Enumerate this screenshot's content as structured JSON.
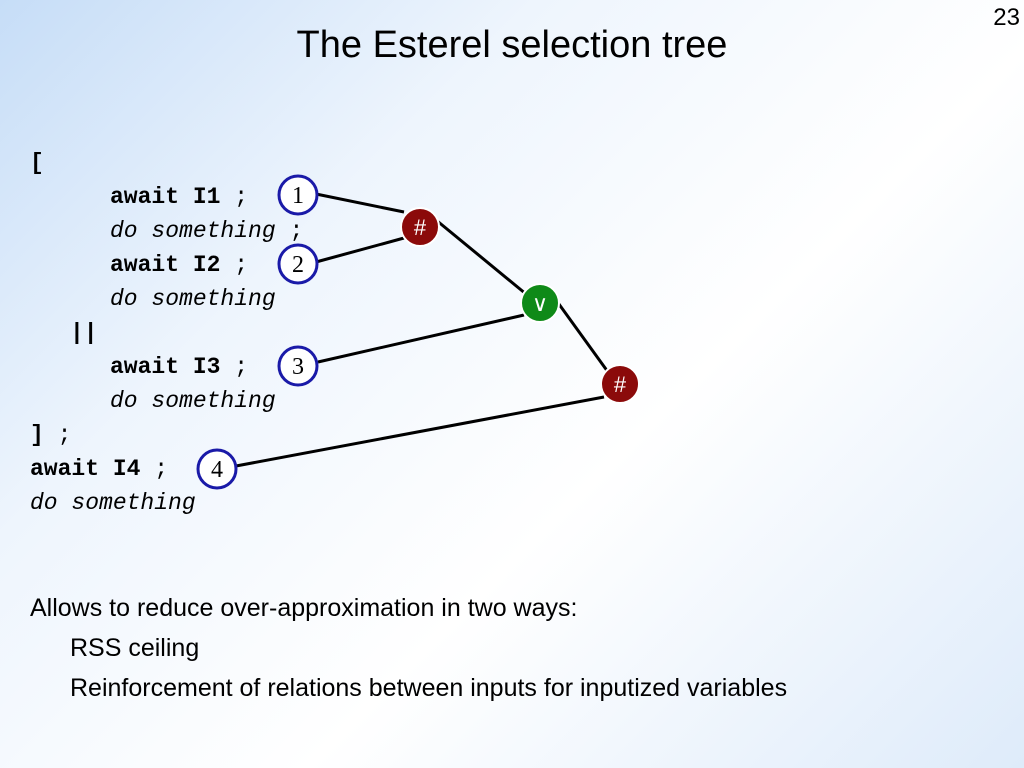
{
  "slide": {
    "number": "23",
    "title": "The Esterel selection tree"
  },
  "code_lines": {
    "l0": "[",
    "l1_kw": "await I1",
    "l1_end": " ;",
    "l2_it": "do something",
    "l2_end": " ;",
    "l3_kw": "await I2",
    "l3_end": " ;",
    "l4_it": "do something",
    "l5_kw": "||",
    "l6_kw": "await I3",
    "l6_end": " ;",
    "l7_it": "do something",
    "l8_kw": "]",
    "l8_end": " ;",
    "l9_kw": "await I4",
    "l9_end": " ;",
    "l10_it": "do something"
  },
  "tree": {
    "leaf_labels": [
      "1",
      "2",
      "3",
      "4"
    ],
    "seq_symbol": "#",
    "par_symbol": "∨",
    "colors": {
      "leaf_stroke": "#1a1aa8",
      "seq_fill": "#8b0a0a",
      "par_fill": "#0f8a18",
      "edge": "#000000"
    }
  },
  "notes": {
    "intro": "Allows to reduce over-approximation in two ways:",
    "item1": "RSS ceiling",
    "item2": "Reinforcement of relations between inputs for inputized variables"
  }
}
